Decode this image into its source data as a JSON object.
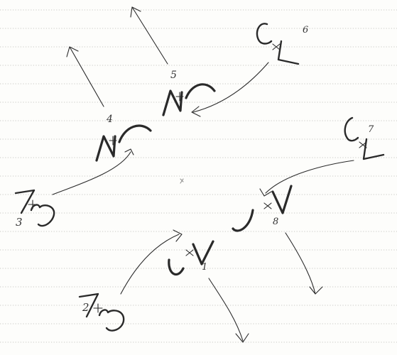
{
  "figure": {
    "labels": [
      {
        "id": "num-1",
        "text": "1"
      },
      {
        "id": "num-2",
        "text": "2"
      },
      {
        "id": "num-3",
        "text": "3"
      },
      {
        "id": "num-4",
        "text": "4"
      },
      {
        "id": "num-5",
        "text": "5"
      },
      {
        "id": "num-6",
        "text": "6"
      },
      {
        "id": "num-7",
        "text": "7"
      },
      {
        "id": "num-8",
        "text": "8"
      }
    ],
    "colors": {
      "paper": "#fdfdfb",
      "ink": "#2a2a2a",
      "rules": "#c9c9c4"
    }
  }
}
